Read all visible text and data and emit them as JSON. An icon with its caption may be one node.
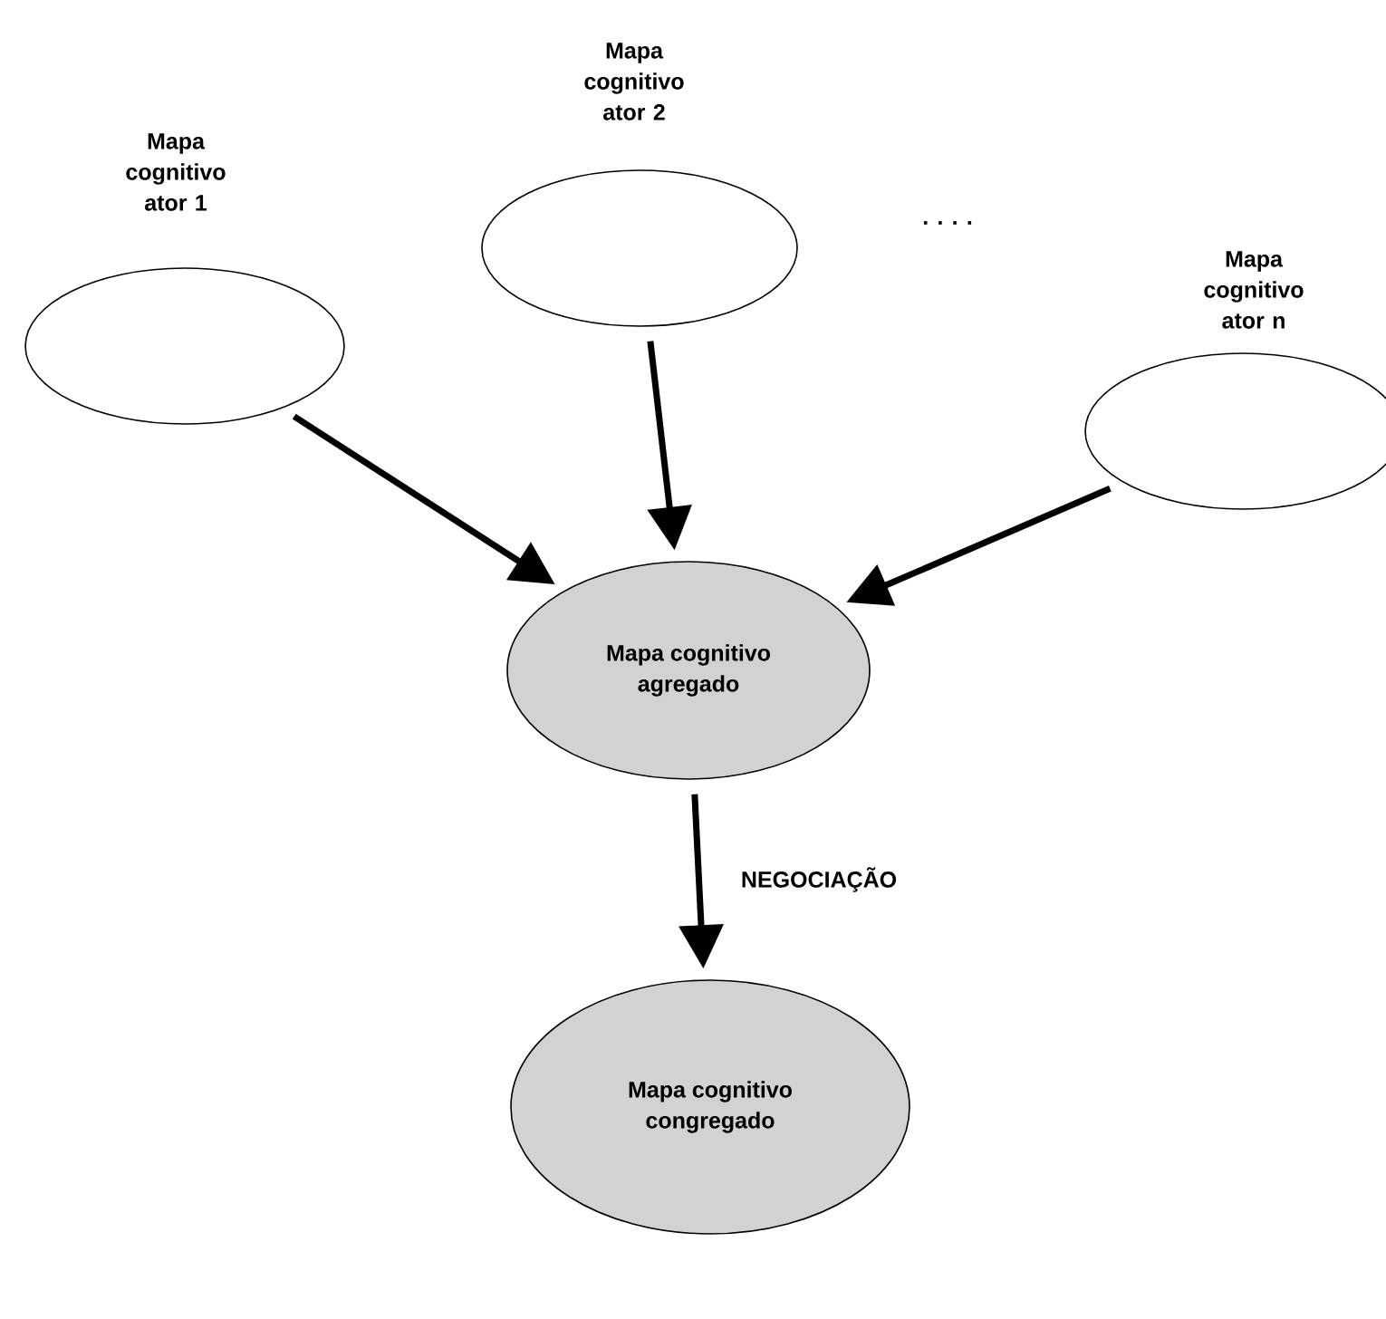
{
  "diagram": {
    "nodes": [
      {
        "text": [
          "Mapa cognitivo ator 1"
        ]
      },
      {
        "text": [
          "Mapa cognitivo ator 2"
        ]
      },
      {
        "text": [
          "Mapa cognitivo ator n"
        ]
      },
      {
        "text": [
          "Mapa cognitivo agregado"
        ]
      },
      {
        "text": [
          "Mapa cognitivo congregado"
        ]
      }
    ],
    "edges": [
      {
        "from": 0,
        "to": 3,
        "arrow": "to"
      },
      {
        "from": 1,
        "to": 3,
        "arrow": "to"
      },
      {
        "from": 2,
        "to": 3,
        "arrow": "to"
      },
      {
        "from": 3,
        "to": 4,
        "arrow": "to",
        "label": "NEGOCIAÇÃO"
      }
    ],
    "labels": [
      ". . . ."
    ]
  }
}
